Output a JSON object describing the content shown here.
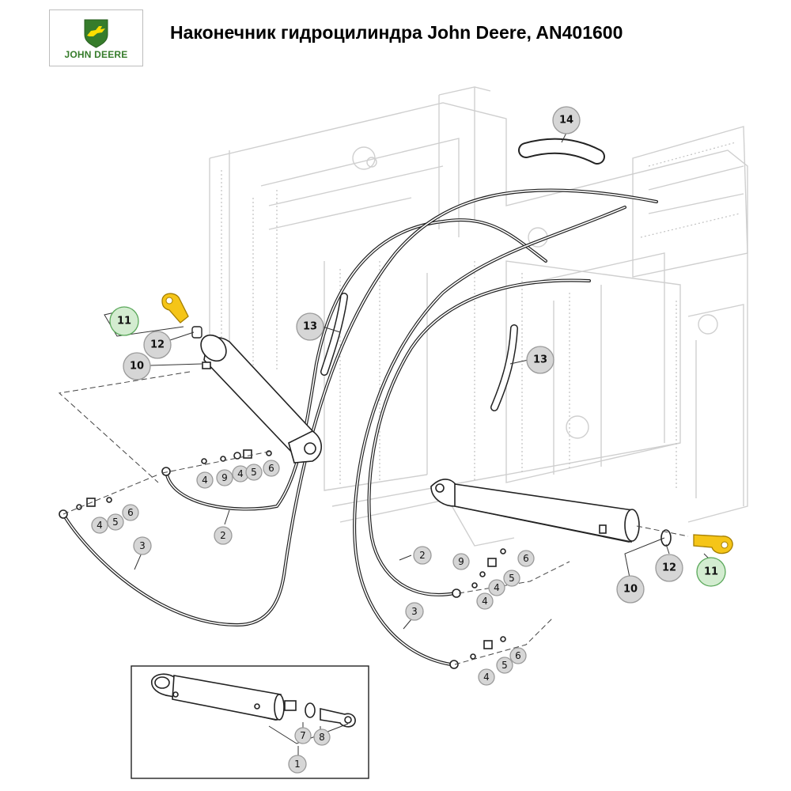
{
  "header": {
    "title": "Наконечник гидроцилиндра John Deere, AN401600",
    "logo_text": "JOHN DEERE"
  },
  "colors": {
    "highlight": "#f5c518",
    "callout_fill": "#d6d6d6",
    "callout_green": "#d3ecd0",
    "brand_green": "#367c2b",
    "brand_yellow": "#ffde00"
  },
  "callouts": [
    {
      "label": "14"
    },
    {
      "label": "13"
    },
    {
      "label": "13"
    },
    {
      "label": "11"
    },
    {
      "label": "12"
    },
    {
      "label": "10"
    },
    {
      "label": "4"
    },
    {
      "label": "9"
    },
    {
      "label": "4"
    },
    {
      "label": "5"
    },
    {
      "label": "6"
    },
    {
      "label": "2"
    },
    {
      "label": "4"
    },
    {
      "label": "5"
    },
    {
      "label": "6"
    },
    {
      "label": "3"
    },
    {
      "label": "12"
    },
    {
      "label": "11"
    },
    {
      "label": "10"
    },
    {
      "label": "2"
    },
    {
      "label": "6"
    },
    {
      "label": "9"
    },
    {
      "label": "5"
    },
    {
      "label": "4"
    },
    {
      "label": "4"
    },
    {
      "label": "3"
    },
    {
      "label": "6"
    },
    {
      "label": "5"
    },
    {
      "label": "4"
    },
    {
      "label": "7"
    },
    {
      "label": "8"
    },
    {
      "label": "1"
    }
  ]
}
